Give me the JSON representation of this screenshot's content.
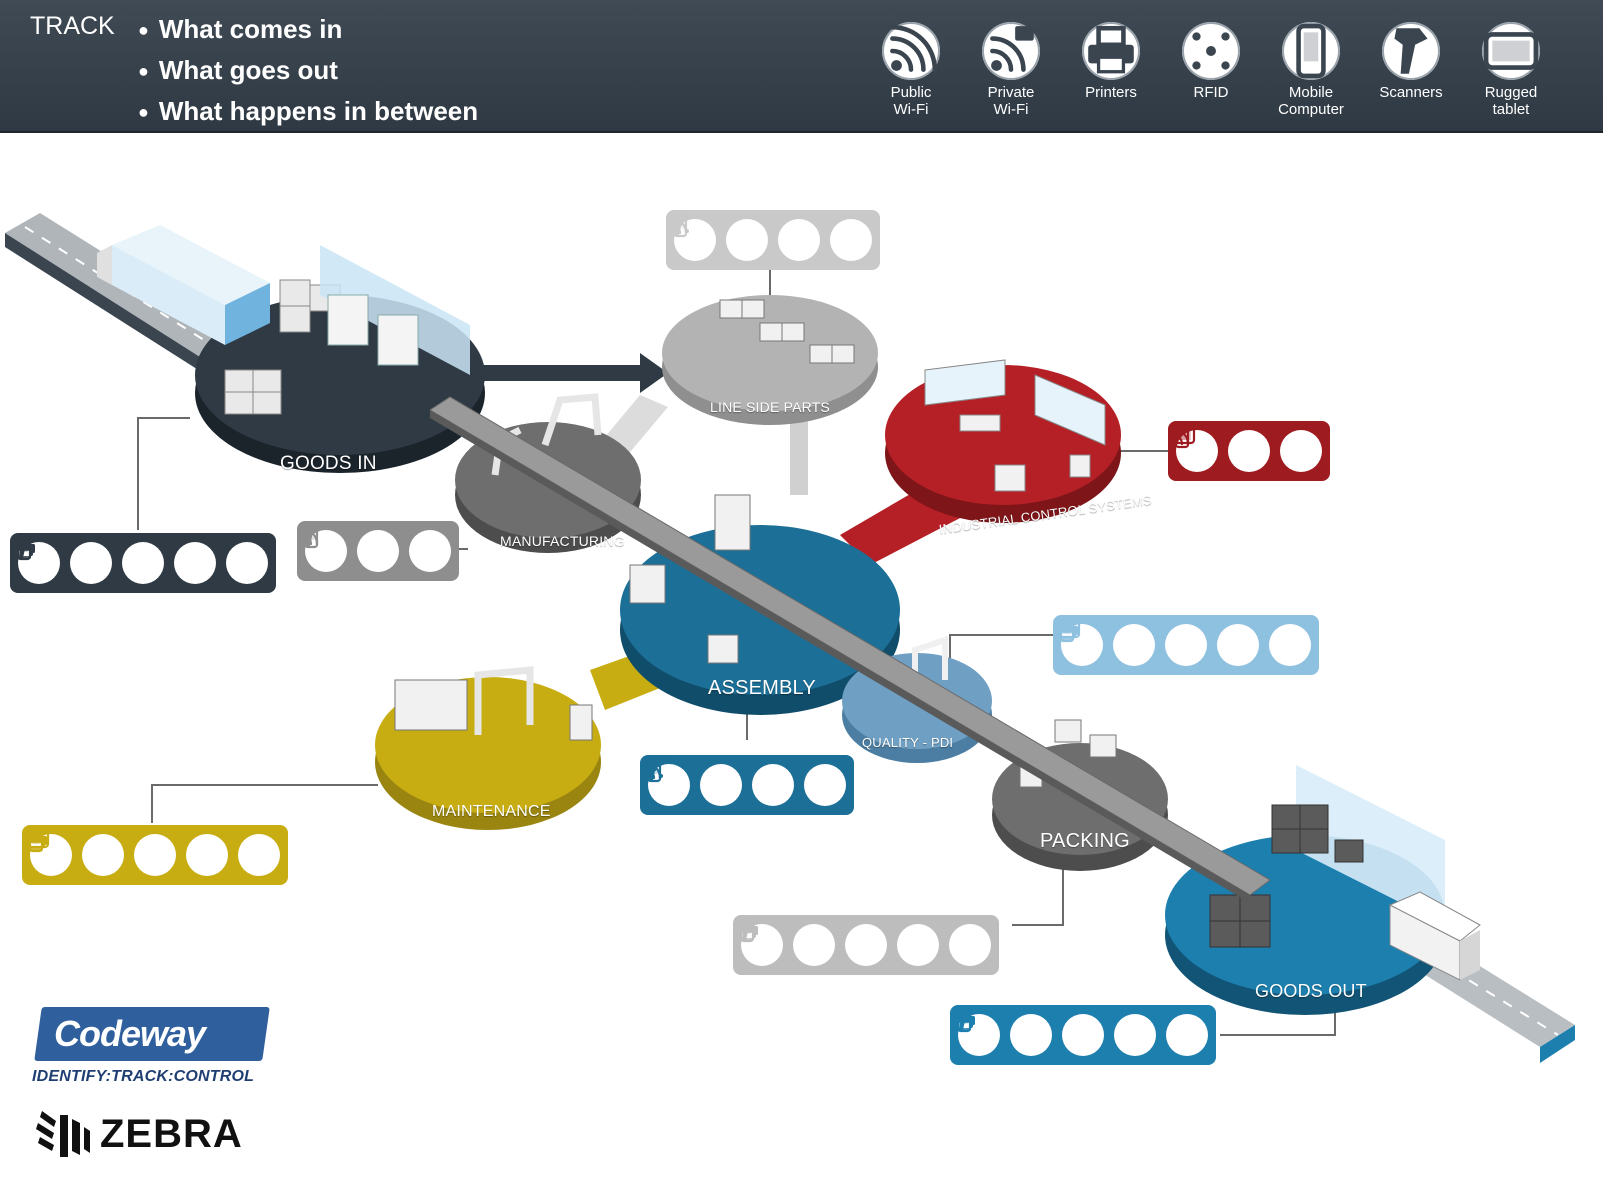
{
  "header": {
    "track_label": "TRACK",
    "bullets": [
      "What comes in",
      "What goes out",
      "What happens in between"
    ]
  },
  "legend": [
    {
      "icon": "public-wifi-icon",
      "label": "Public\nWi-Fi"
    },
    {
      "icon": "private-wifi-icon",
      "label": "Private\nWi-Fi"
    },
    {
      "icon": "printer-icon",
      "label": "Printers"
    },
    {
      "icon": "rfid-icon",
      "label": "RFID"
    },
    {
      "icon": "mobile-computer-icon",
      "label": "Mobile\nComputer"
    },
    {
      "icon": "scanner-icon",
      "label": "Scanners"
    },
    {
      "icon": "rugged-tablet-icon",
      "label": "Rugged\ntablet"
    }
  ],
  "zones": {
    "goods_in": {
      "label": "GOODS IN",
      "color": "#2f3a44"
    },
    "line_side_parts": {
      "label": "LINE SIDE PARTS",
      "color": "#b3b3b3"
    },
    "manufacturing": {
      "label": "MANUFACTURING",
      "color": "#6e6e6e"
    },
    "industrial_control_systems": {
      "label": "INDUSTRIAL CONTROL SYSTEMS",
      "color": "#b52026"
    },
    "assembly": {
      "label": "ASSEMBLY",
      "color": "#1c6f97"
    },
    "quality_pdi": {
      "label": "QUALITY - PDI",
      "color": "#6f9fc2"
    },
    "maintenance": {
      "label": "MAINTENANCE",
      "color": "#c8ad12"
    },
    "packing": {
      "label": "PACKING",
      "color": "#6e6e6e"
    },
    "goods_out": {
      "label": "GOODS OUT",
      "color": "#1c7fae"
    }
  },
  "device_boxes": {
    "line_side_parts": {
      "color": "#c9c9c9",
      "devices": [
        "private-wifi-icon",
        "rfid-icon",
        "mobile-computer-icon",
        "scanner-icon"
      ]
    },
    "goods_in": {
      "color": "#2f3a44",
      "devices": [
        "private-wifi-icon",
        "printer-icon",
        "rfid-icon",
        "mobile-computer-icon",
        "scanner-icon"
      ]
    },
    "manufacturing": {
      "color": "#8e8e8e",
      "devices": [
        "private-wifi-icon",
        "mobile-computer-icon",
        "scanner-icon"
      ]
    },
    "industrial_control_systems": {
      "color": "#9e1b20",
      "devices": [
        "private-wifi-icon",
        "mobile-computer-icon",
        "rugged-tablet-icon"
      ]
    },
    "quality_pdi": {
      "color": "#8ec0e0",
      "devices": [
        "private-wifi-icon",
        "printer-icon",
        "rfid-icon",
        "mobile-computer-icon",
        "rugged-tablet-icon"
      ]
    },
    "assembly": {
      "color": "#1c6f97",
      "devices": [
        "private-wifi-icon",
        "rfid-icon",
        "mobile-computer-icon",
        "scanner-icon"
      ]
    },
    "maintenance": {
      "color": "#c8ad12",
      "devices": [
        "private-wifi-icon",
        "printer-icon",
        "rfid-icon",
        "mobile-computer-icon",
        "rugged-tablet-icon"
      ]
    },
    "packing": {
      "color": "#bdbdbd",
      "devices": [
        "private-wifi-icon",
        "printer-icon",
        "rfid-icon",
        "mobile-computer-icon",
        "scanner-icon"
      ]
    },
    "goods_out": {
      "color": "#1c7fae",
      "devices": [
        "private-wifi-icon",
        "printer-icon",
        "rfid-icon",
        "mobile-computer-icon",
        "scanner-icon"
      ]
    }
  },
  "branding": {
    "codeway_name": "Codeway",
    "codeway_tagline": "IDENTIFY:TRACK:CONTROL",
    "zebra_name": "ZEBRA"
  }
}
